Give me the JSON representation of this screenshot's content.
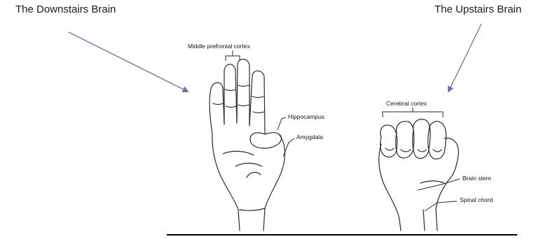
{
  "titles": {
    "downstairs": "The Downstairs Brain",
    "upstairs": "The Upstairs Brain"
  },
  "labels": {
    "middle_prefrontal": "Middle prefrontal cortex",
    "hippocampus": "Hippocampus",
    "amygdala": "Amygdala",
    "cerebral_cortex": "Cerebral cortex",
    "brain_stem": "Brain stem",
    "spinal_chord": "Spinal chord"
  },
  "colors": {
    "arrow": "#6f6fb3",
    "line": "#2a2a2a"
  }
}
